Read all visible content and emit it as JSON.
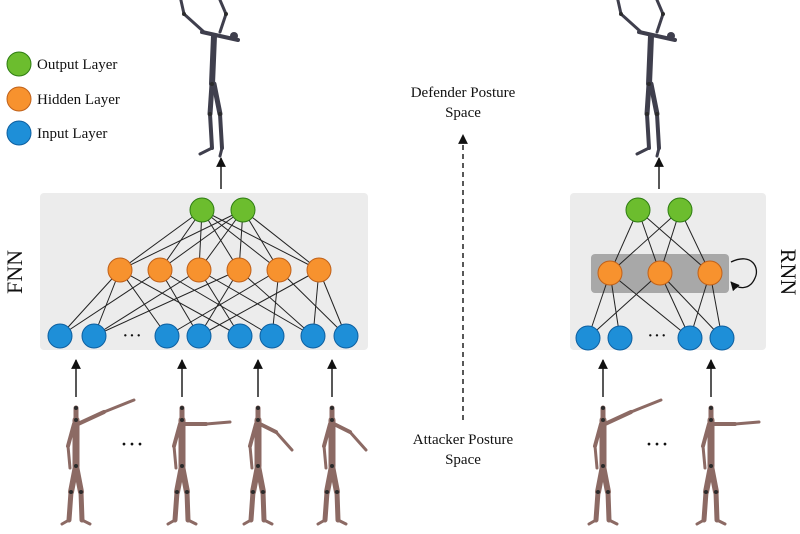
{
  "legend": {
    "output_label": "Output Layer",
    "hidden_label": "Hidden Layer",
    "input_label": "Input Layer"
  },
  "labels": {
    "fnn": "FNN",
    "rnn": "RNN",
    "defender_line1": "Defender Posture",
    "defender_line2": "Space",
    "attacker_line1": "Attacker Posture",
    "attacker_line2": "Space",
    "ellipsis": "···"
  },
  "colors": {
    "output_fill": "#6cbd2e",
    "output_stroke": "#2e7d12",
    "hidden_fill": "#f7922e",
    "hidden_stroke": "#c0611a",
    "input_fill": "#1e8fd8",
    "input_stroke": "#0d5fa0",
    "panel_fill": "#ececec",
    "recurrent_box_fill": "#a8a8a8",
    "skeleton_limb": "#8c6a64",
    "skeleton_dark": "#3f3f4d"
  }
}
